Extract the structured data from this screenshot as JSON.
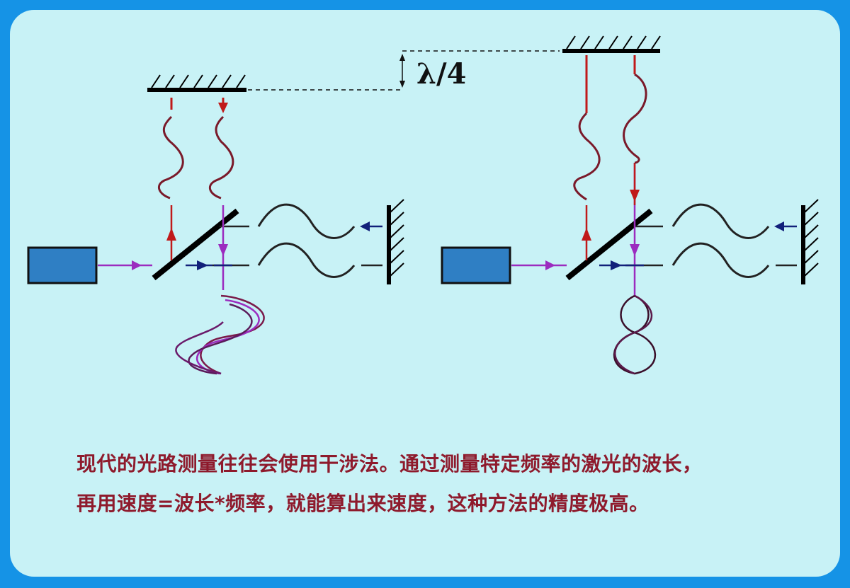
{
  "diagram": {
    "distance_label": "λ/4",
    "colors": {
      "background_frame": "#1593e6",
      "panel": "#c8f2f6",
      "source_box": "#2f7fc4",
      "beam_red": "#c01a1a",
      "beam_purple": "#9b2cbf",
      "beam_navy": "#12207a",
      "wave": "#7a1a2a",
      "caption": "#8e1a2c"
    }
  },
  "caption": {
    "line1": "现代的光路测量往往会使用干涉法。通过测量特定频率的激光的波长，",
    "line2": "再用速度=波长*频率，就能算出来速度，这种方法的精度极高。"
  }
}
